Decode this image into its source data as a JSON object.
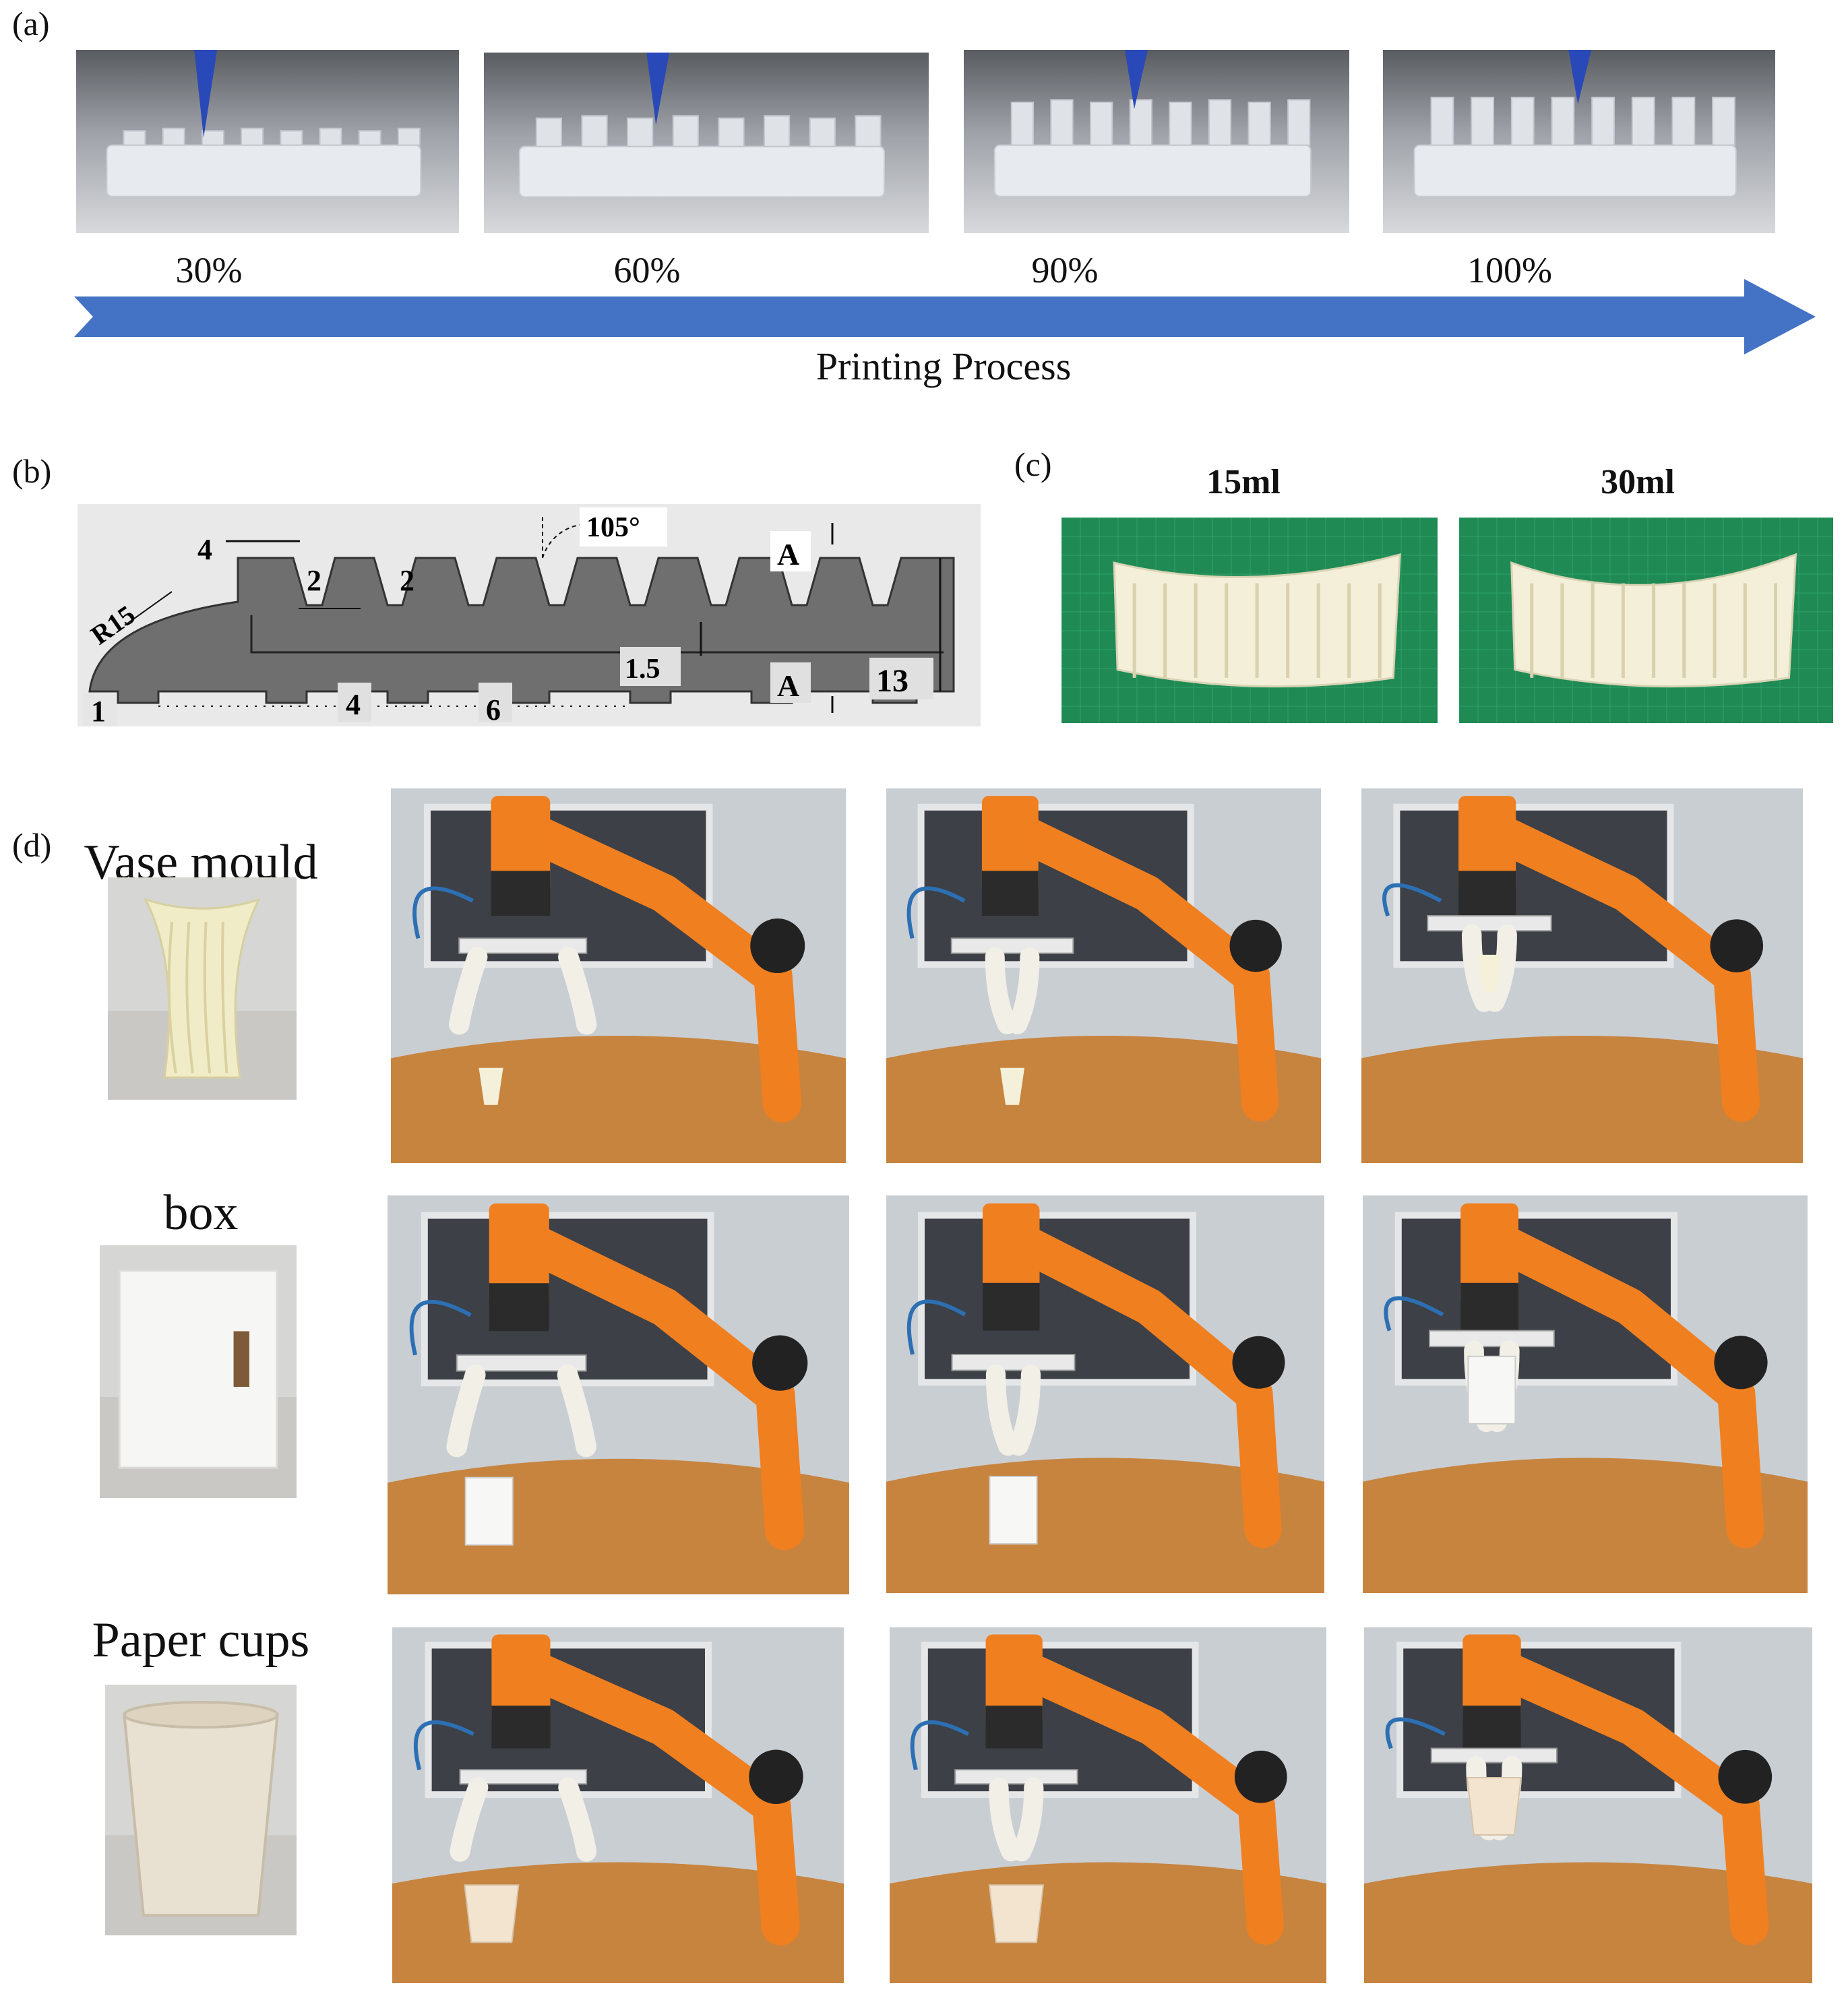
{
  "panels": {
    "a": {
      "label": "(a)",
      "stages": [
        {
          "value": "30%",
          "progress": 0.3
        },
        {
          "value": "60%",
          "progress": 0.6
        },
        {
          "value": "90%",
          "progress": 0.9
        },
        {
          "value": "100%",
          "progress": 1.0
        }
      ],
      "arrow_label": "Printing Process",
      "arrow_color": "#4472c4",
      "nozzle_color": "#2a49b8"
    },
    "b": {
      "label": "(b)",
      "dims": {
        "d_4_top": "4",
        "d_2_left": "2",
        "d_2_right": "2",
        "angle": "105°",
        "section_top": "A",
        "section_bottom": "A",
        "radius": "R15",
        "d_1": "1",
        "d_4_bottom": "4",
        "d_6": "6",
        "d_1_5": "1.5",
        "d_13": "13"
      },
      "fill_color": "#6f6f6f"
    },
    "c": {
      "label": "(c)",
      "samples": [
        {
          "volume": "15ml"
        },
        {
          "volume": "30ml"
        }
      ],
      "mat_color": "#1f8a54"
    },
    "d": {
      "label": "(d)",
      "objects": [
        {
          "name": "Vase mould",
          "icon": "vase-icon"
        },
        {
          "name": "box",
          "icon": "box-icon"
        },
        {
          "name": "Paper cups",
          "icon": "cup-icon"
        }
      ],
      "robot_color": "#f07f1f",
      "gripper_color": "#f2efe6",
      "table_color": "#c7843f"
    }
  }
}
